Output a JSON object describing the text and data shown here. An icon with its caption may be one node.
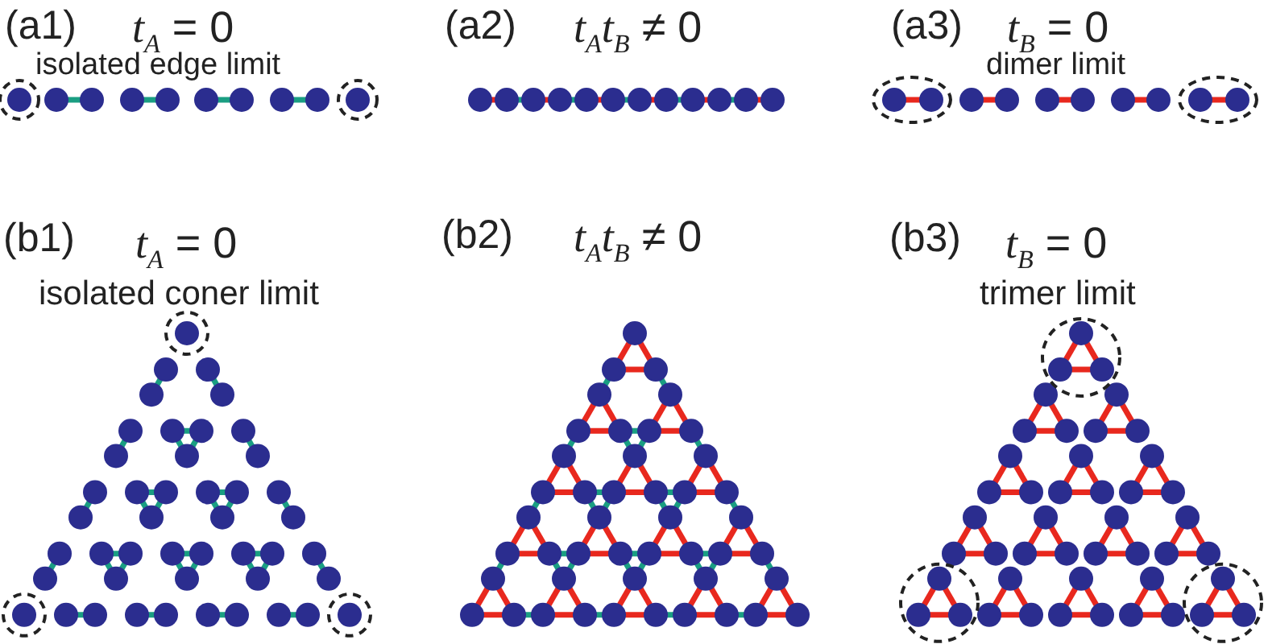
{
  "diagram": {
    "labels": [
      "(a1)",
      "*t*$_{A}$ = 0",
      "(a2)",
      "*t*$_{A}$*t*$_{B}$ ≠ 0",
      "(a3)",
      "*t*$_{B}$ = 0",
      "isolated edge limit",
      "dimer limit",
      "(b1)",
      "*t*$_{A}$ = 0",
      "(b2)",
      "*t*$_{A}$*t*$_{B}$ ≠ 0",
      "(b3)",
      "*t*$_{B}$ = 0",
      "isolated coner limit",
      "trimer limit"
    ]
  }
}
